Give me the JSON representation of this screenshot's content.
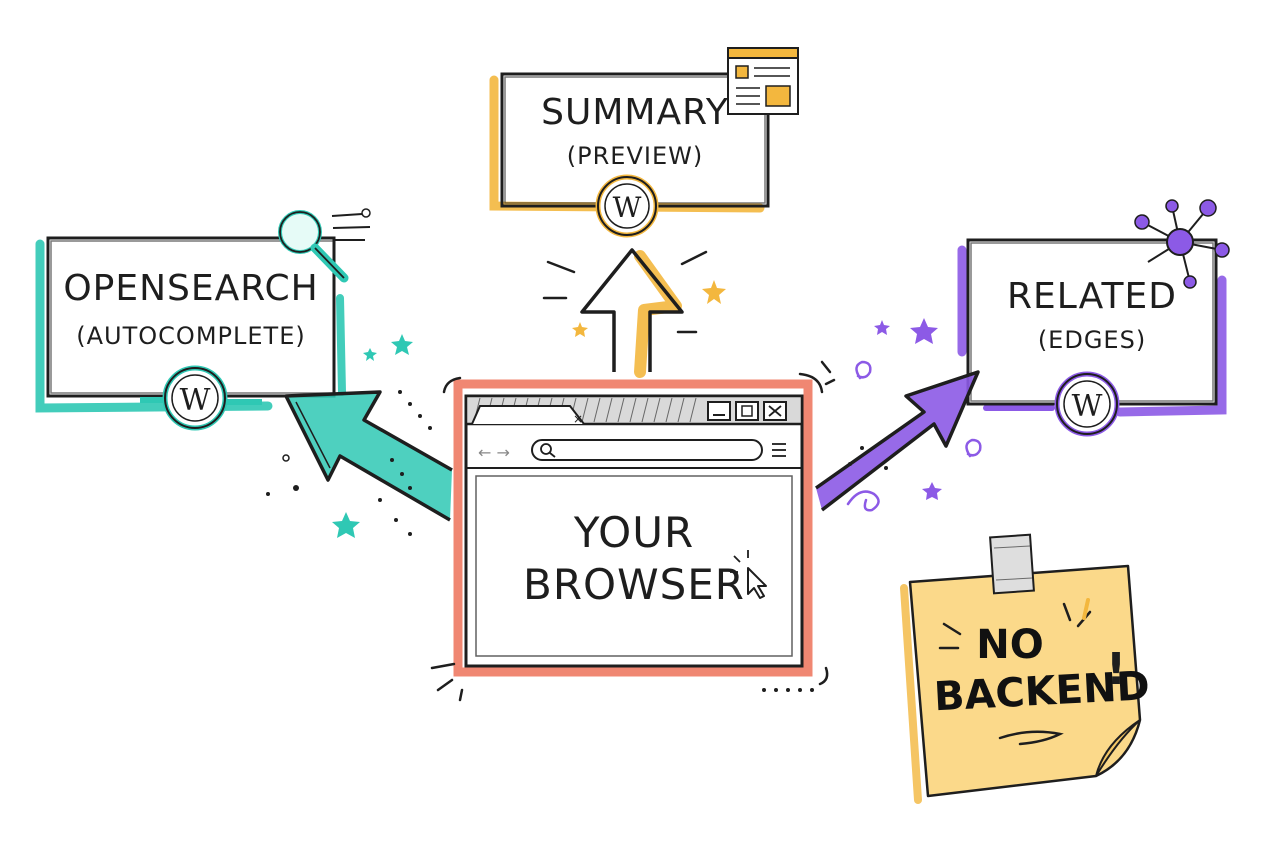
{
  "colors": {
    "ink": "#1e1e1e",
    "teal": "#2fc8b4",
    "yellow": "#f3b73e",
    "purple": "#8c5ae6",
    "coral": "#ee7a63",
    "note": "#fbd98a"
  },
  "nodes": {
    "opensearch": {
      "title": "OPENSEARCH",
      "subtitle": "(AUTOCOMPLETE)",
      "logo": "W"
    },
    "summary": {
      "title": "SUMMARY",
      "subtitle": "(PREVIEW)",
      "logo": "W"
    },
    "related": {
      "title": "RELATED",
      "subtitle": "(EDGES)",
      "logo": "W"
    }
  },
  "browser": {
    "line1": "YOUR",
    "line2": "BROWSER"
  },
  "note": {
    "line1": "NO",
    "line2": "BACKEND",
    "exclaim": "!"
  },
  "icons": {
    "opensearch": "magnifier-icon",
    "summary": "page-preview-icon",
    "related": "network-graph-icon",
    "browser": "browser-window-icon",
    "cursor": "cursor-icon"
  }
}
